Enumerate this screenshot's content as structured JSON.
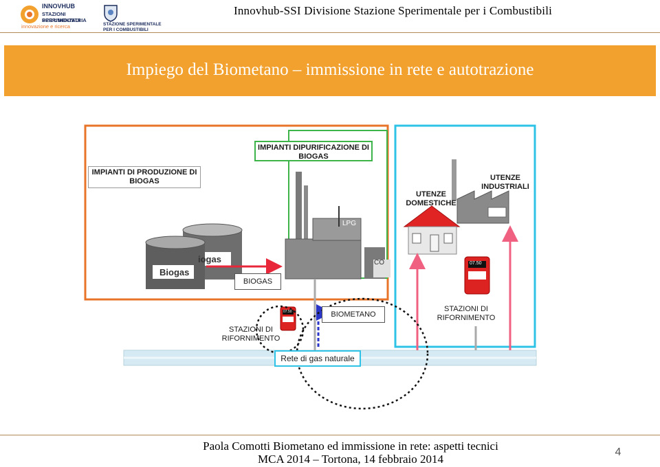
{
  "header": {
    "title": "Innovhub-SSI Divisione Stazione Sperimentale per i Combustibili",
    "logo_left": {
      "line1": "INNOVHUB",
      "line2": "STAZIONI SPERIMENTALI",
      "line3": "PER L'INDUSTRIA",
      "tagline": "innovazione e ricerca"
    },
    "logo_right": {
      "line1": "STAZIONE SPERIMENTALE",
      "line2": "PER I COMBUSTIBILI"
    }
  },
  "slide": {
    "title": "Impiego del Biometano – immissione in rete e autotrazione"
  },
  "diagram": {
    "labels": {
      "purificazione": "IMPIANTI DIPURIFICAZIONE DI BIOGAS",
      "produzione": "IMPIANTI DI PRODUZIONE DI BIOGAS",
      "domestiche": "UTENZE DOMESTICHE",
      "industriali": "UTENZE INDUSTRIALI",
      "biogas_arrow": "BIOGAS",
      "biometano": "BIOMETANO",
      "stazioni_right": "STAZIONI DI RIFORNIMENTO",
      "stazioni_left": "STAZIONI DI RIFORNIMENTO",
      "rete": "Rete di gas naturale"
    },
    "tank_labels": {
      "front": "Biogas",
      "back": "iogas"
    },
    "lpg_label": "LPG",
    "co2_label": "CO",
    "pump_display": "07.50",
    "colors": {
      "orange_frame": "#e8742a",
      "green_frame": "#3cb44a",
      "cyan_frame": "#2ec3e6",
      "arrow_red": "#e8273a",
      "pipe": "#d5eaf2",
      "blue_dash": "#2a36c8"
    }
  },
  "footer": {
    "line1": "Paola Comotti Biometano ed immissione in rete: aspetti tecnici",
    "line2": "MCA 2014 – Tortona, 14 febbraio 2014",
    "page": "4"
  }
}
